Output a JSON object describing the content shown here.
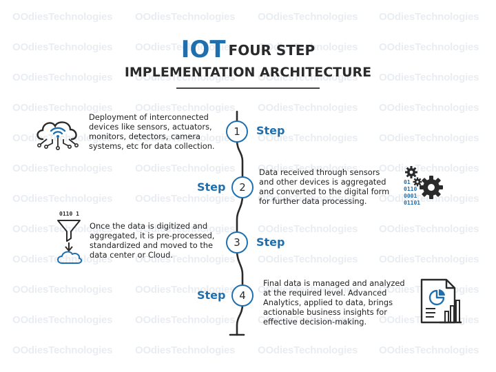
{
  "watermark": "OOdiesTechnologies",
  "title": {
    "highlight": "IOT",
    "line1_rest": "FOUR STEP",
    "line2": "IMPLEMENTATION ARCHITECTURE"
  },
  "steps": [
    {
      "number": "1",
      "label": "Step",
      "description": [
        "Deployment of interconnected",
        "devices like sensors, actuators,",
        "monitors, detectors, camera",
        "systems, etc for data collection."
      ],
      "icon": "wifi-cloud-network-icon"
    },
    {
      "number": "2",
      "label": "Step",
      "description": [
        "Data received through sensors",
        "and other devices is aggregated",
        "and converted to the digital form",
        "for further data processing."
      ],
      "icon": "binary-gears-icon",
      "binary": [
        "01",
        "0110",
        "0001",
        "01101"
      ]
    },
    {
      "number": "3",
      "label": "Step",
      "description": [
        "Once the data is digitized and",
        "aggregated, it is pre-processed,",
        "standardized and moved to the",
        "data center or Cloud."
      ],
      "icon": "filter-to-cloud-icon",
      "binary": [
        "0110 1"
      ]
    },
    {
      "number": "4",
      "label": "Step",
      "description": [
        "Final data is managed and analyzed",
        "at the required level. Advanced",
        "Analytics, applied to data, brings",
        "actionable business insights for",
        "effective decision-making."
      ],
      "icon": "analytics-report-icon"
    }
  ],
  "colors": {
    "accent": "#1f6fae",
    "line": "#2a2a2a",
    "watermark": "#e9edf1"
  }
}
